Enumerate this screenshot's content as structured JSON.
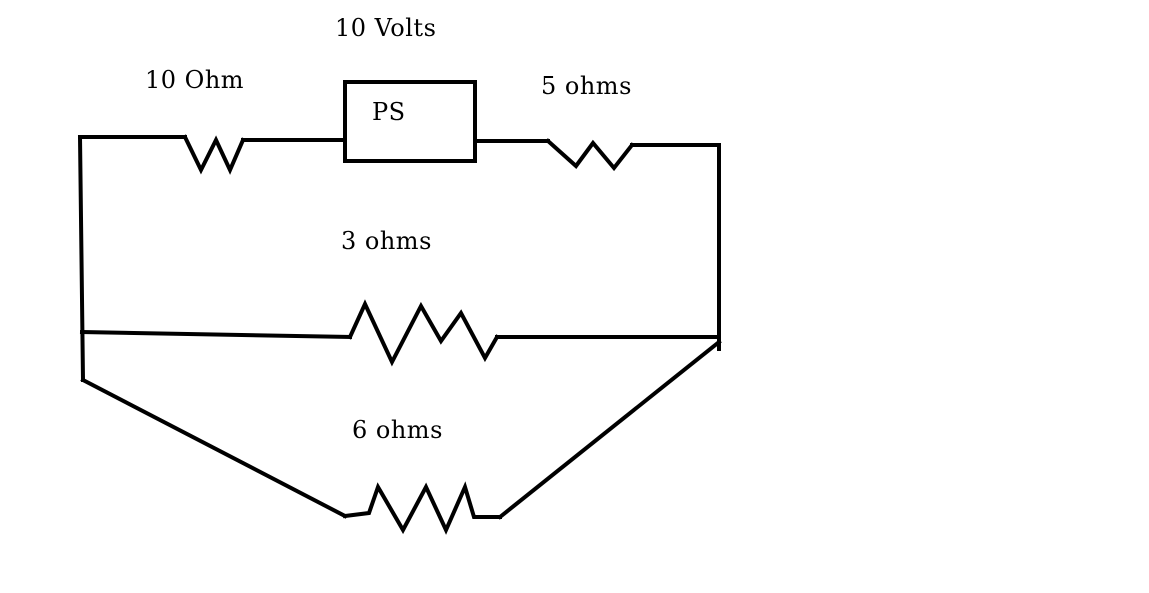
{
  "labels": {
    "source_voltage": "10 Volts",
    "source_name": "PS",
    "r_top_left": "10 Ohm",
    "r_top_right": "5 ohms",
    "r_middle": "3 ohms",
    "r_bottom": "6 ohms"
  },
  "colors": {
    "line": "#000000",
    "background": "#ffffff"
  }
}
